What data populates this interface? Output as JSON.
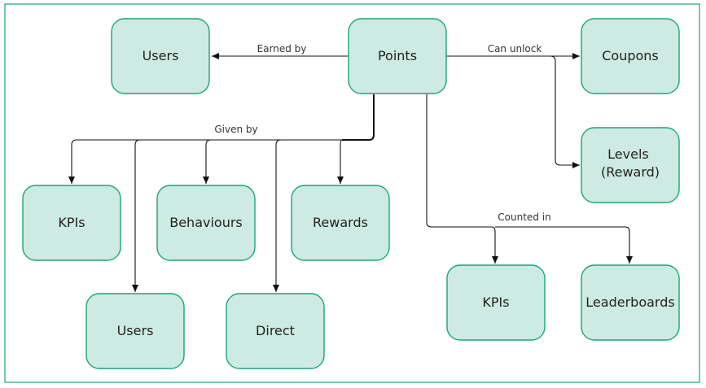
{
  "diagram": {
    "nodes": {
      "points": {
        "label": [
          "Points"
        ]
      },
      "users_earned": {
        "label": [
          "Users"
        ]
      },
      "coupons": {
        "label": [
          "Coupons"
        ]
      },
      "levels": {
        "label": [
          "Levels",
          "(Reward)"
        ]
      },
      "kpis_given": {
        "label": [
          "KPIs"
        ]
      },
      "behaviours": {
        "label": [
          "Behaviours"
        ]
      },
      "rewards": {
        "label": [
          "Rewards"
        ]
      },
      "users_given": {
        "label": [
          "Users"
        ]
      },
      "direct": {
        "label": [
          "Direct"
        ]
      },
      "kpis_counted": {
        "label": [
          "KPIs"
        ]
      },
      "leaderboards": {
        "label": [
          "Leaderboards"
        ]
      }
    },
    "edge_labels": {
      "earned_by": "Earned by",
      "can_unlock": "Can unlock",
      "given_by": "Given by",
      "counted_in": "Counted in"
    },
    "colors": {
      "border": "#1aa37a",
      "node_fill": "#cdebe2",
      "edge": "#111111"
    }
  }
}
